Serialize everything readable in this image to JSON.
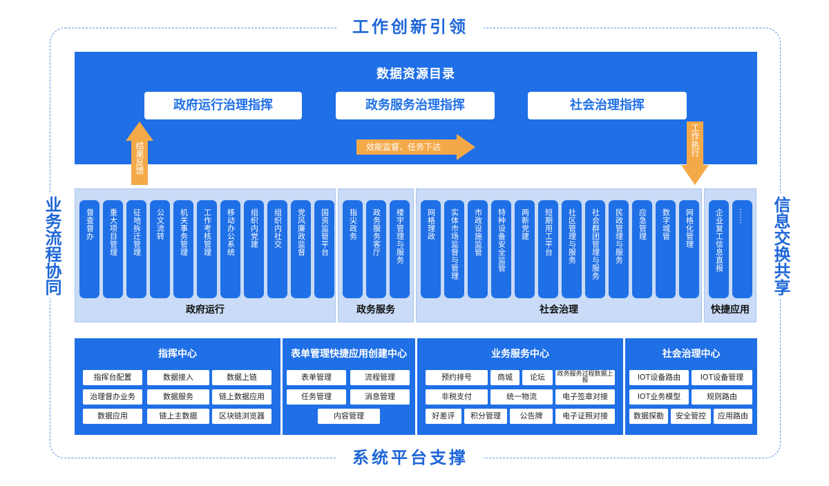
{
  "frame": {
    "top": "工作创新引领",
    "bottom": "系统平台支撑",
    "left": "业务流程协同",
    "right": "信息交换共享"
  },
  "directory": {
    "title": "数据资源目录",
    "commands": [
      "政府运行治理指挥",
      "政务服务治理指挥",
      "社会治理指挥"
    ]
  },
  "arrows": {
    "feedback": "结果反馈",
    "supervise": "效能监督、任务下达",
    "execute": "工作执行"
  },
  "panels": [
    {
      "title": "政府运行",
      "items": [
        "督查督办",
        "重大项目管理",
        "征地拆迁管理",
        "公文流转",
        "机关事务管理",
        "工作考核管理",
        "移动办公系统",
        "组织内党建",
        "组织内社交",
        "党风廉政监督",
        "国资监管平台"
      ]
    },
    {
      "title": "政务服务",
      "items": [
        "指尖政务",
        "政务服务客厅",
        "楼宇管理与服务"
      ]
    },
    {
      "title": "社会治理",
      "items": [
        "网格理政",
        "实体市场监督与管理",
        "市政设施监管",
        "特种设备安全监管",
        "两新党建",
        "短期用工平台",
        "社区管理与服务",
        "社会群团管理与服务",
        "民政管理与服务",
        "应急管理",
        "数字城管",
        "网格化管理"
      ]
    },
    {
      "title": "快捷应用",
      "items": [
        "企业复工信息直报",
        "……"
      ]
    }
  ],
  "platform": [
    {
      "title": "指挥中心",
      "buttons": [
        "指挥台配置",
        "数据接入",
        "数据上链",
        "治理督办业务",
        "数据服务",
        "链上数据应用",
        "数据应用",
        "链上主数据",
        "区块链浏览器"
      ]
    },
    {
      "title": "表单管理快捷应用创建中心",
      "buttons": [
        "表单管理",
        "流程管理",
        "任务管理",
        "消息管理",
        "内容管理"
      ]
    },
    {
      "title": "业务服务中心",
      "buttons": [
        "预约排号",
        "商城",
        "论坛",
        "政务服务过程数据上报",
        "非税支付",
        "统一物流",
        "电子签章对接",
        "好差评",
        "积分管理",
        "公告牌",
        "电子证照对接"
      ]
    },
    {
      "title": "社会治理中心",
      "buttons": [
        "IOT设备路由",
        "IOT设备管理",
        "IOT业务模型",
        "规则路由",
        "数据探勘",
        "安全管控",
        "应用路由"
      ]
    }
  ]
}
